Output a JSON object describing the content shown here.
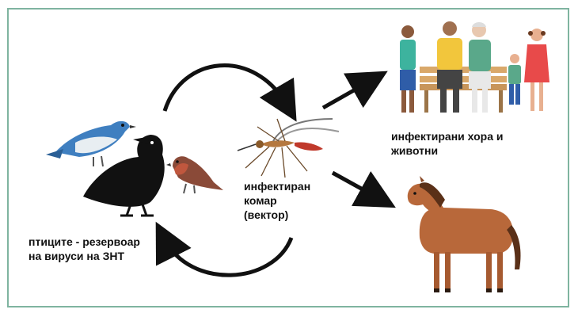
{
  "labels": {
    "birds": [
      "птиците - резервоар",
      "на вируси на ЗНТ"
    ],
    "mosquito": [
      "инфектиран",
      "комар",
      "(вектор)"
    ],
    "humans": [
      "инфектирани хора и",
      "животни"
    ]
  },
  "colors": {
    "frame": "#7fb4a0",
    "arrow": "#111111",
    "blue_bird": "#3f7fc0",
    "crow": "#111111",
    "sparrow": "#8a4a38",
    "horse": "#b8683a",
    "mosquito_body": "#c97a4a"
  },
  "icons": [
    "blue-bird-icon",
    "crow-icon",
    "sparrow-icon",
    "mosquito-icon",
    "family-on-bench-icon",
    "horse-icon"
  ]
}
